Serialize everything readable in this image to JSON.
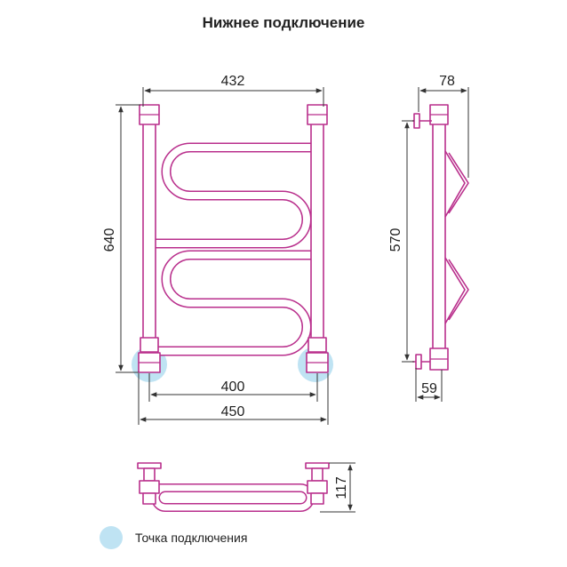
{
  "title": "Нижнее подключение",
  "dimensions": {
    "width_top": "432",
    "height_total": "640",
    "connection_spacing": "400",
    "width_total": "450",
    "depth_total": "78",
    "side_height": "570",
    "side_offset": "59",
    "bottom_depth": "117"
  },
  "legend": {
    "label": "Точка подключения"
  },
  "colors": {
    "pipe": "#b92f8c",
    "pipe_highlight": "#f4d3ea",
    "connection_point": "#bfe3f3",
    "dim_line": "#333333"
  }
}
